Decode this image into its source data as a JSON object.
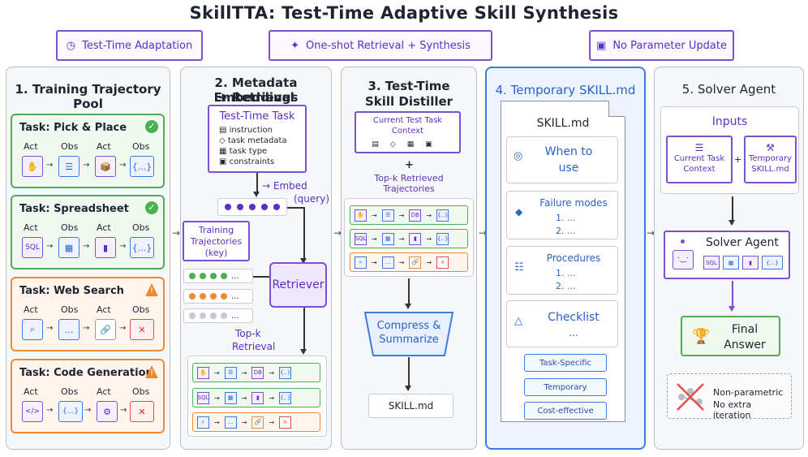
{
  "title": "SkillTTA: Test-Time Adaptive Skill Synthesis",
  "pills": [
    {
      "icon": "◷",
      "label": "Test-Time Adaptation"
    },
    {
      "icon": "✦",
      "label": "One-shot Retrieval + Synthesis"
    },
    {
      "icon": "▣",
      "label": "No Parameter Update"
    }
  ],
  "col1": {
    "title": "1. Training Trajectory Pool",
    "act": "Act",
    "obs": "Obs",
    "cards": [
      {
        "task": "Task: Pick & Place",
        "icons": [
          "✋",
          "☰",
          "📦",
          "{...}"
        ]
      },
      {
        "task": "Task: Spreadsheet",
        "icons": [
          "SQL",
          "▦",
          "▮",
          "{...}"
        ]
      },
      {
        "task": "Task: Web Search",
        "icons": [
          "⌕",
          "...",
          "🔗",
          "✕"
        ]
      },
      {
        "task": "Task: Code Generation",
        "icons": [
          "</>",
          "{...}",
          "⚙",
          "✕"
        ]
      }
    ]
  },
  "col2": {
    "title": "2. Metadata Embeddings",
    "title2": "+ Retrieval",
    "task_box_title": "Test-Time Task",
    "task_items": [
      "instruction",
      "task metadata",
      "task type",
      "constraints"
    ],
    "task_item_icons": [
      "▤",
      "◇",
      "▦",
      "▣"
    ],
    "embed": "→ Embed",
    "query": "(query)",
    "key_box": "Training Trajectories (key)",
    "ellipsis": "...",
    "retriever": "Retriever",
    "topk": "Top-k",
    "topk2": "Retrieval"
  },
  "col3": {
    "title": "3. Test-Time",
    "title2": "Skill Distiller",
    "context_box": "Current Test Task Context",
    "context_icons": [
      "▤",
      "◇",
      "▦",
      "▣"
    ],
    "plus": "+",
    "topk": "Top-k Retrieved Trajectories",
    "compress": "Compress & Summarize",
    "skill_out": "SKILL.md"
  },
  "col4": {
    "title": "4. Temporary SKILL.md",
    "doc_title": "SKILL.md",
    "sections": [
      {
        "icon": "◎",
        "heading": "When to use",
        "lines": []
      },
      {
        "icon": "◆",
        "heading": "Failure modes",
        "lines": [
          "1.  ...",
          "2.  ..."
        ]
      },
      {
        "icon": "☷",
        "heading": "Procedures",
        "lines": [
          "1.  ...",
          "2.  ..."
        ]
      },
      {
        "icon": "△",
        "heading": "Checklist",
        "lines": [
          "..."
        ]
      }
    ],
    "tags": [
      "Task-Specific",
      "Temporary",
      "Cost-effective"
    ]
  },
  "col5": {
    "title": "5. Solver Agent",
    "inputs": "Inputs",
    "input1": "Current Task Context",
    "input2": "Temporary SKILL.md",
    "plus": "+",
    "solver": "Solver Agent",
    "solver_icons": [
      "SQL",
      "▦",
      "▮",
      "{...}"
    ],
    "final": "Final Answer",
    "np1": "Non-parametric",
    "np2": "No extra iteration"
  },
  "colors": {
    "purple": "#7b4fd6",
    "blue": "#3d7be0",
    "green": "#4caf50",
    "orange": "#f08a32",
    "red": "#e05050"
  }
}
